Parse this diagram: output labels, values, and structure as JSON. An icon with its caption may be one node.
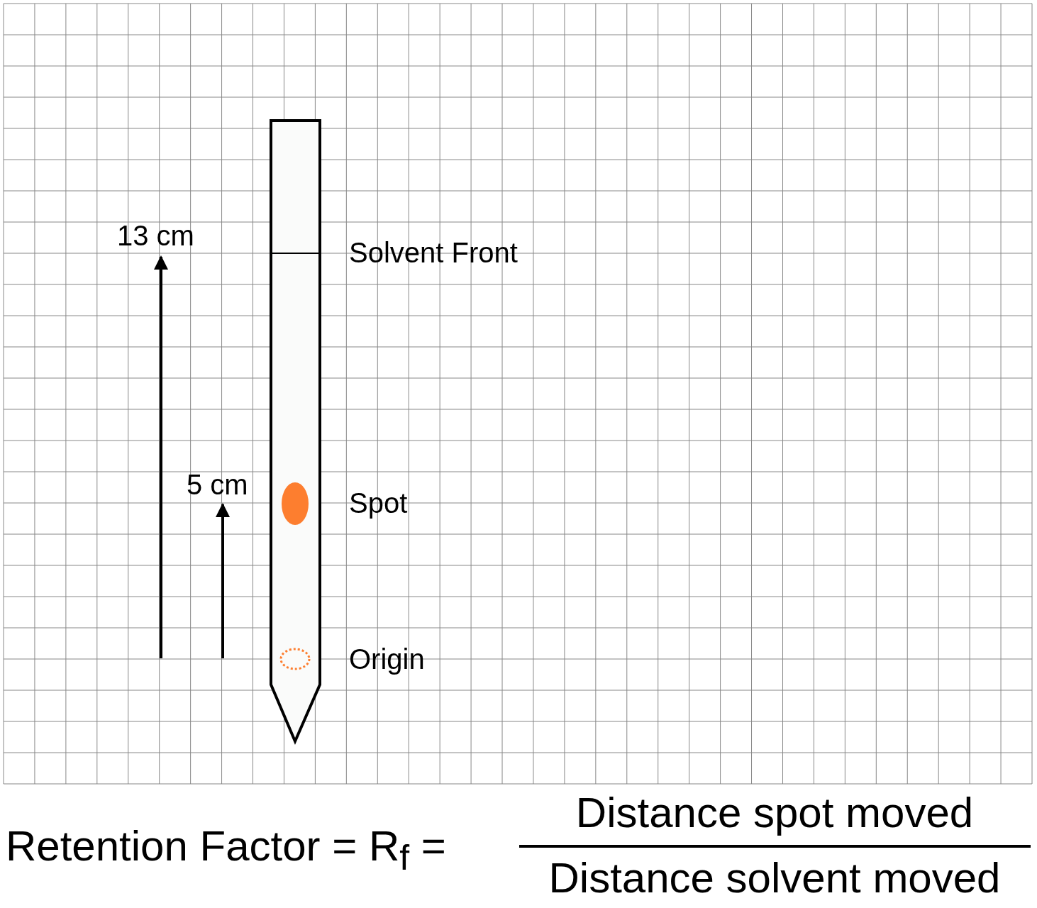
{
  "diagram": {
    "labels": [
      "13 cm",
      "Solvent Front",
      "5 cm",
      "Spot",
      "Origin",
      "Retention Factor = R$_{f}$ =",
      "Distance spot moved",
      "Distance solvent moved"
    ]
  }
}
